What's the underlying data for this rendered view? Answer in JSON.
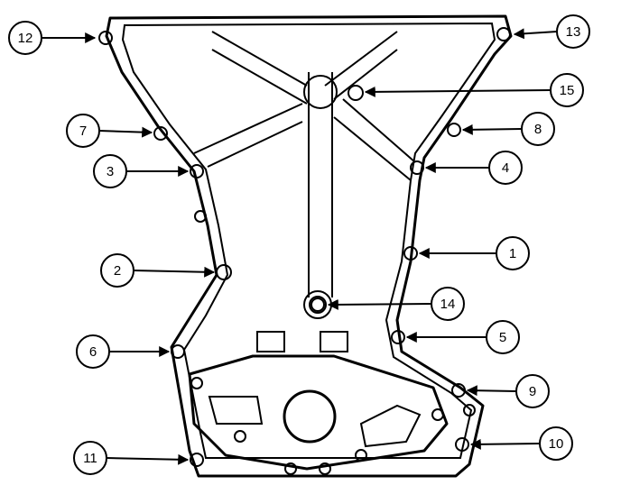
{
  "diagram": {
    "ink_color": "#000000",
    "background_color": "#ffffff",
    "callouts": [
      {
        "id": "c12",
        "label": "12"
      },
      {
        "id": "c13",
        "label": "13"
      },
      {
        "id": "c15",
        "label": "15"
      },
      {
        "id": "c7",
        "label": "7"
      },
      {
        "id": "c8",
        "label": "8"
      },
      {
        "id": "c3",
        "label": "3"
      },
      {
        "id": "c4",
        "label": "4"
      },
      {
        "id": "c1",
        "label": "1"
      },
      {
        "id": "c2",
        "label": "2"
      },
      {
        "id": "c14",
        "label": "14"
      },
      {
        "id": "c6",
        "label": "6"
      },
      {
        "id": "c5",
        "label": "5"
      },
      {
        "id": "c9",
        "label": "9"
      },
      {
        "id": "c10",
        "label": "10"
      },
      {
        "id": "c11",
        "label": "11"
      }
    ]
  }
}
